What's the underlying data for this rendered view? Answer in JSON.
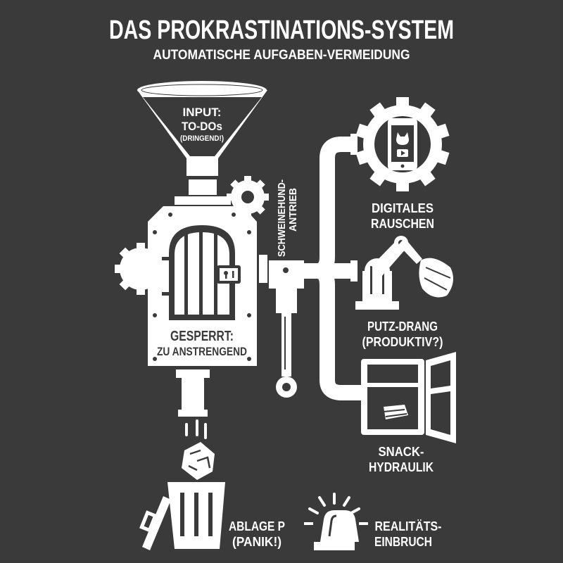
{
  "title": "DAS PROKRASTINATIONS-SYSTEM",
  "subtitle": "AUTOMATISCHE AUFGABEN-VERMEIDUNG",
  "colors": {
    "background": "#3a3a3a",
    "foreground": "#ffffff"
  },
  "funnel": {
    "line1": "INPUT:",
    "line2": "TO-DOs",
    "line3": "(DRINGEND!)",
    "icon": "funnel-icon"
  },
  "machine": {
    "line1": "GESPERRT:",
    "line2": "ZU ANSTRENGEND",
    "icon": "locked-door-icon"
  },
  "drive": {
    "line1": "SCHWEINEHUND-",
    "line2": "ANTRIEB"
  },
  "outputs": [
    {
      "line1": "DIGITALES",
      "line2": "RAUSCHEN",
      "icon": "phone-cat-gear-icon"
    },
    {
      "line1": "PUTZ-DRANG",
      "line2": "(PRODUKTIV?)",
      "icon": "robot-arm-duster-icon"
    },
    {
      "line1": "SNACK-",
      "line2": "HYDRAULIK",
      "icon": "open-fridge-icon"
    }
  ],
  "trash": {
    "line1": "ABLAGE P",
    "line2": "(PANIK!)",
    "icon": "trash-can-icon"
  },
  "siren": {
    "line1": "REALITÄTS-",
    "line2": "EINBRUCH",
    "icon": "siren-icon"
  }
}
